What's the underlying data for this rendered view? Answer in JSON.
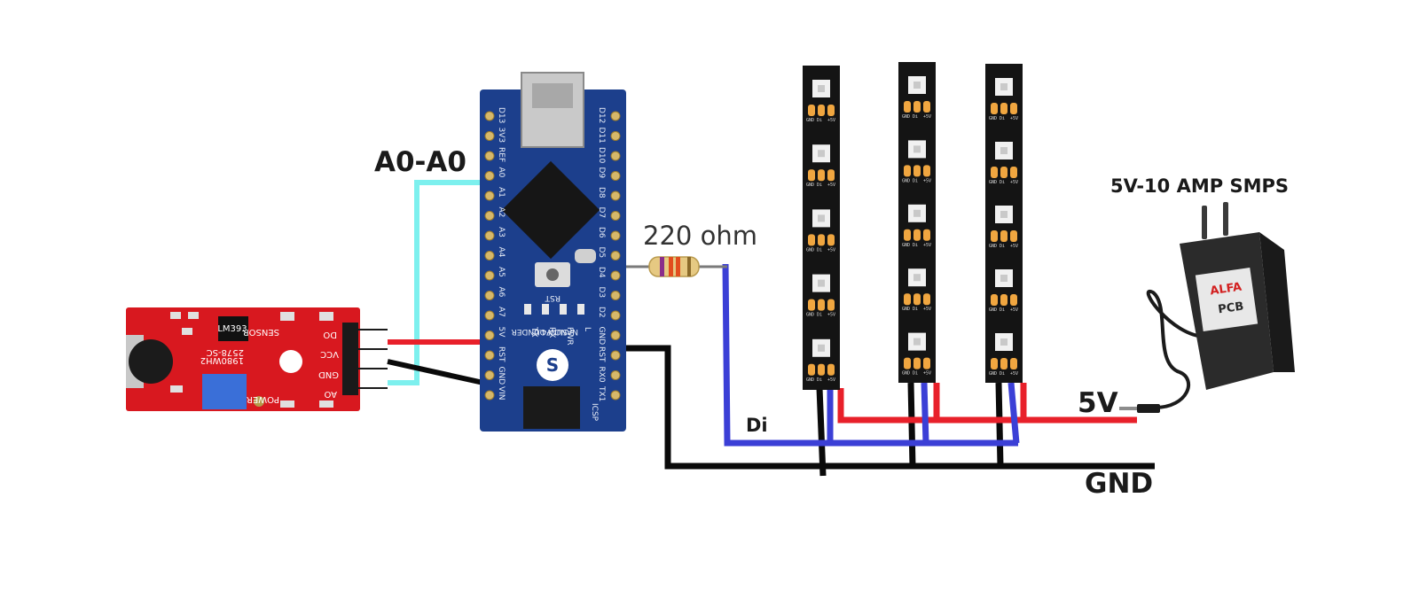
{
  "labels": {
    "a0": "A0-A0",
    "resistor": "220 ohm",
    "smps": "5V-10 AMP SMPS",
    "v5": "5V",
    "gnd": "GND",
    "di": "Di"
  },
  "nano": {
    "pins_top_col": [
      "D13",
      "3V3",
      "REF",
      "A0",
      "A1",
      "A2",
      "A3",
      "A4",
      "A5",
      "A6",
      "A7",
      "5V",
      "RST",
      "GND",
      "VIN"
    ],
    "pins_bottom_col": [
      "D12",
      "D11",
      "D10",
      "D9",
      "D8",
      "D7",
      "D6",
      "D5",
      "D4",
      "D3",
      "D2",
      "GND",
      "RST",
      "RX0",
      "TX1"
    ],
    "led_labels": [
      "L",
      "PWR",
      "RX",
      "TX"
    ],
    "rst_label": "RST",
    "brand_line1": "SUNFOUNDER",
    "brand_line2": "NANO V4.0",
    "icsp": "ICSP"
  },
  "sound_module": {
    "pins": [
      "DO",
      "VCC",
      "GND",
      "AO"
    ],
    "label_sensor": "SENSOR",
    "label_power": "POWER",
    "code1": "2578-SC",
    "code2": "1980WH2",
    "chip": "LM393"
  },
  "led_strip": {
    "pad_labels": [
      "GND",
      "Di",
      "+5V"
    ]
  },
  "power_supply": {
    "brand": "ALFA",
    "brand2": "PCB"
  },
  "colors": {
    "wire_cyan": "#7df0ee",
    "wire_red": "#e8202a",
    "wire_black": "#0a0a0a",
    "wire_blue": "#3b3fd6",
    "nano_board": "#1c3f8c",
    "sensor_board": "#d8181f",
    "strip_body": "#141414"
  }
}
